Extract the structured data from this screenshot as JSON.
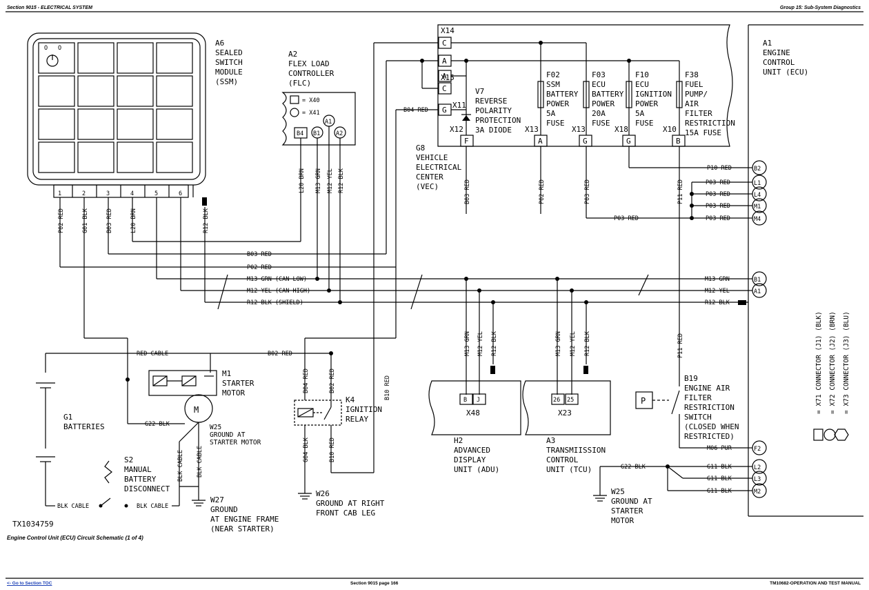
{
  "header": {
    "left": "Section 9015 - ELECTRICAL SYSTEM",
    "right": "Group 15: Sub-System Diagnostics"
  },
  "caption": "Engine Control Unit (ECU) Circuit Schematic (1 of 4)",
  "footer": {
    "left": "<- Go to Section TOC",
    "center": "Section 9015 page 166",
    "right": "TM10682-OPERATION AND TEST MANUAL"
  },
  "figure_id": "TX1034759",
  "components": {
    "a6": [
      "A6",
      "SEALED",
      "SWITCH",
      "MODULE",
      "(SSM)"
    ],
    "a2": [
      "A2",
      "FLEX LOAD",
      "CONTROLLER",
      "(FLC)"
    ],
    "a2_legend": [
      "= X40",
      "= X41"
    ],
    "a1": [
      "A1",
      "ENGINE",
      "CONTROL",
      "UNIT (ECU)"
    ],
    "v7": [
      "V7",
      "REVERSE",
      "POLARITY",
      "PROTECTION",
      "3A DIODE"
    ],
    "g8": [
      "G8",
      "VEHICLE",
      "ELECTRICAL",
      "CENTER",
      "(VEC)"
    ],
    "f02": [
      "F02",
      "SSM",
      "BATTERY",
      "POWER",
      "5A",
      "FUSE"
    ],
    "f03": [
      "F03",
      "ECU",
      "BATTERY",
      "POWER",
      "20A",
      "FUSE"
    ],
    "f10": [
      "F10",
      "ECU",
      "IGNITION",
      "POWER",
      "5A",
      "FUSE"
    ],
    "f38": [
      "F38",
      "FUEL",
      "PUMP/",
      "AIR",
      "FILTER",
      "RESTRICTION",
      "15A FUSE"
    ],
    "m1": [
      "M1",
      "STARTER",
      "MOTOR"
    ],
    "g1": [
      "G1",
      "BATTERIES"
    ],
    "s2": [
      "S2",
      "MANUAL",
      "BATTERY",
      "DISCONNECT"
    ],
    "w25a": [
      "W25",
      "GROUND AT",
      "STARTER MOTOR"
    ],
    "w27": [
      "W27",
      "GROUND",
      "AT ENGINE FRAME",
      "(NEAR STARTER)"
    ],
    "w26": [
      "W26",
      "GROUND AT RIGHT",
      "FRONT CAB LEG"
    ],
    "k4": [
      "K4",
      "IGNITION",
      "RELAY"
    ],
    "h2": [
      "H2",
      "ADVANCED",
      "DISPLAY",
      "UNIT (ADU)"
    ],
    "a3": [
      "A3",
      "TRANSMIISSION",
      "CONTROL",
      "UNIT (TCU)"
    ],
    "b19": [
      "B19",
      "ENGINE AIR",
      "FILTER",
      "RESTRICTION",
      "SWITCH",
      "(CLOSED WHEN",
      "RESTRICTED)"
    ],
    "w25b": [
      "W25",
      "GROUND AT",
      "STARTER",
      "MOTOR"
    ],
    "x48": "X48",
    "x23": "X23",
    "p_symbol": "P",
    "m_symbol": "M",
    "ssm_switch_labels": [
      "O",
      "O"
    ]
  },
  "connectors": {
    "x14": "X14",
    "x15": "X15",
    "x11": "X11",
    "x12": "X12",
    "x13a": "X13",
    "x13b": "X13",
    "x18": "X18",
    "x10": "X10",
    "x14_pins": [
      "C",
      "A"
    ],
    "x15_pins": [
      "A",
      "C"
    ],
    "x11_pin": "G",
    "x12_pin": "F",
    "fuse_pins": [
      "A",
      "G",
      "G",
      "B"
    ],
    "a2_pins": [
      "B4",
      "B1",
      "A1",
      "A2"
    ],
    "ssm_pins": [
      "1",
      "2",
      "3",
      "4",
      "5",
      "6"
    ],
    "x48_pins": [
      "B",
      "J"
    ],
    "x23_pins": [
      "26",
      "25"
    ]
  },
  "legend_right": [
    "= X71 CONNECTOR (J1) (BLK)",
    "= X72 CONNECTOR (J2) (BRN)",
    "= X73 CONNECTOR (J3) (BLU)"
  ],
  "ecu_pins": [
    "B2",
    "L1",
    "L4",
    "M1",
    "M4",
    "B1",
    "A1",
    "F2",
    "L2",
    "L3",
    "M2"
  ],
  "wire_labels": {
    "p10": "P10 RED",
    "p03a": "P03 RED",
    "p03b": "P03 RED",
    "p03c": "P03 RED",
    "p03d": "P03 RED",
    "p03e": "P03 RED",
    "b03": "B03 RED",
    "p02": "P02 RED",
    "m13": "M13 GRN (CAN LOW)",
    "m12": "M12 YEL (CAN HIGH)",
    "r12": "R12 BLK (SHIELD)",
    "m13r": "M13 GRN",
    "m12r": "M12 YEL",
    "r12r": "R12 BLK",
    "b04": "B04 RED",
    "b02": "B02 RED",
    "red_cable": "RED CABLE",
    "g22": "G22 BLK",
    "g22b": "G22 BLK",
    "m06": "M06 PUR",
    "g11a": "G11 BLK",
    "g11b": "G11 BLK",
    "g11c": "G11 BLK",
    "blk_cable1": "BLK CABLE",
    "blk_cable2": "BLK CABLE",
    "v_p02": "P02 RED",
    "v_g01": "G01 BLK",
    "v_b03": "B03 RED",
    "v_l20": "L20 BRN",
    "v_r12": "R12 BLK",
    "v_l20b": "L20 BRN",
    "v_m13": "M13 GRN",
    "v_m12": "M12 YEL",
    "v_r12b": "R12 BLK",
    "v_b03b": "B03 RED",
    "v_p02b": "P02 RED",
    "v_p03": "P03 RED",
    "v_p11": "P11 RED",
    "v_p11b": "P11 RED",
    "v_m13h": "M13 GRN",
    "v_m12h": "M12 YEL",
    "v_r12h": "R12 BLK",
    "v_m13t": "M13 GRN",
    "v_m12t": "M12 YEL",
    "v_r12t": "R12 BLK",
    "v_b04": "B04 RED",
    "v_b02": "B02 RED",
    "v_b10": "B10 RED",
    "v_b10b": "B10 RED",
    "v_g04": "G04 BLK",
    "v_blkcable1": "BLK CABLE",
    "v_blkcable2": "BLK CABLE"
  }
}
